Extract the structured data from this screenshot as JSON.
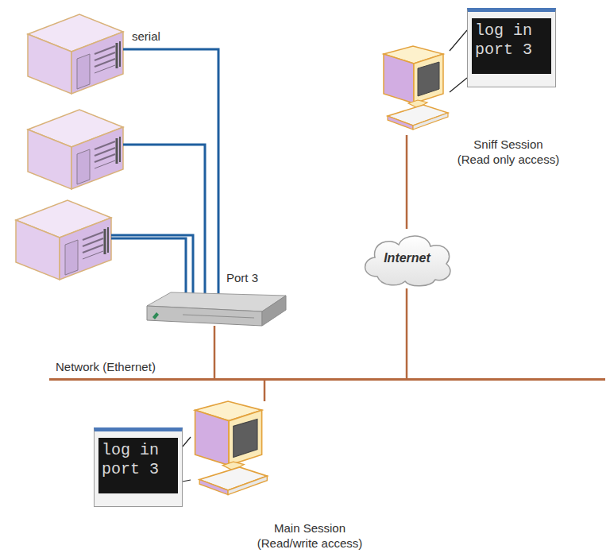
{
  "diagram": {
    "nodes": [
      {
        "text": [
          "log in port 3"
        ]
      },
      {
        "text": [
          "Sniff Session (Read only access)"
        ]
      },
      {
        "text": [
          "Port 3"
        ]
      },
      {
        "text": [
          "Internet"
        ]
      },
      {
        "text": [
          "Network (Ethernet)"
        ]
      },
      {
        "text": [
          "log in port 3"
        ]
      },
      {
        "text": [
          "Main Session (Read/write access)"
        ]
      }
    ],
    "edges": [
      {
        "from": 1,
        "to": 3,
        "arrow": "none"
      },
      {
        "from": 2,
        "to": 4,
        "arrow": "none"
      },
      {
        "from": 3,
        "to": 4,
        "arrow": "none"
      },
      {
        "from": 6,
        "to": 4,
        "arrow": "none"
      },
      {
        "from": 0,
        "to": 1,
        "arrow": "none"
      },
      {
        "from": 5,
        "to": 6,
        "arrow": "none"
      }
    ],
    "labels": [
      "serial"
    ]
  }
}
